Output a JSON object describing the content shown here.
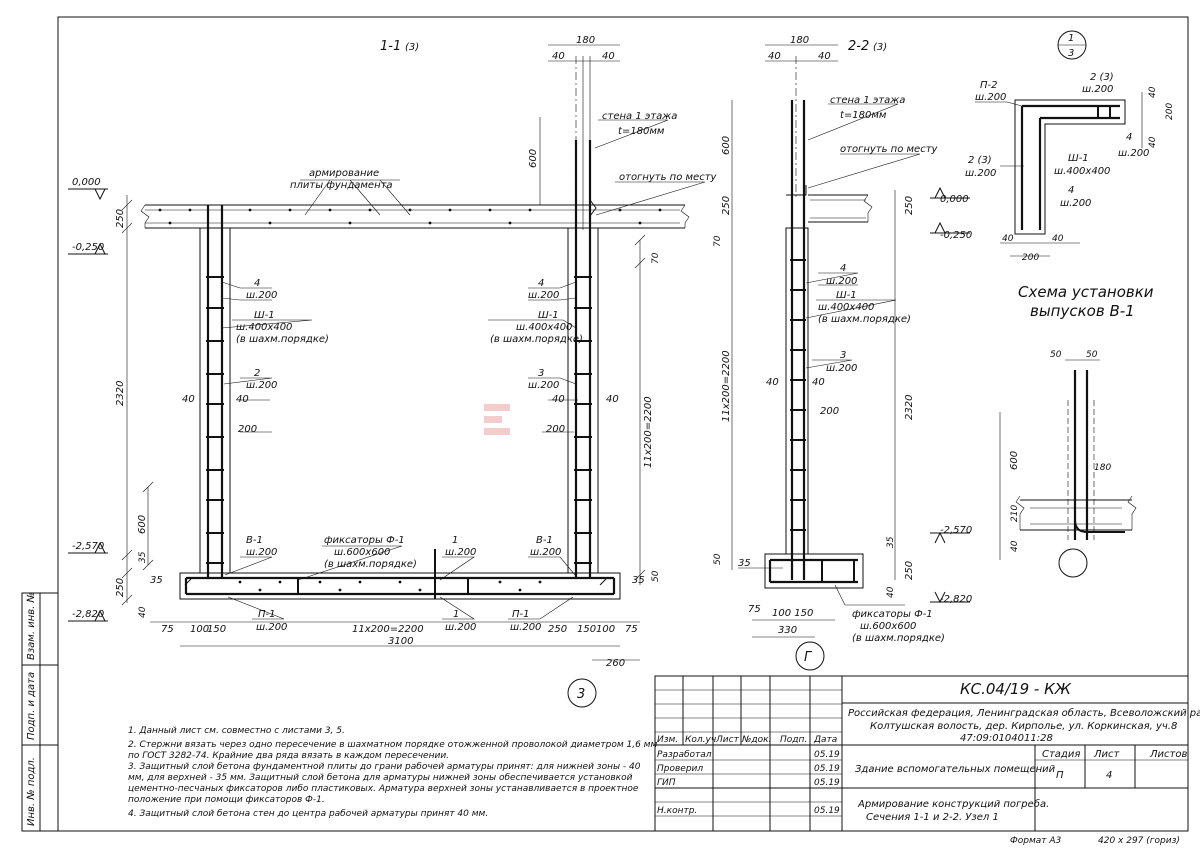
{
  "sections": {
    "s11_title": "1-1",
    "s11_sub": "(3)",
    "s22_title": "2-2",
    "s22_sub": "(3)",
    "node_num": "1",
    "node_sheet": "3",
    "circle_3": "3",
    "circle_g": "Г"
  },
  "labels": {
    "wall": "стена 1 этажа",
    "wall_t": "t=180мм",
    "bend": "отогнуть по месту",
    "slab1": "армирование",
    "slab2": "плиты фундамента",
    "l4": "4",
    "w200": "ш.200",
    "sh1": "Ш-1",
    "sh1_step": "ш.400х400",
    "staggered": "(в шахм.порядке)",
    "l2": "2",
    "l3": "3",
    "b1": "В-1",
    "fix_title": "фиксаторы Ф-1",
    "fix_step": "ш.600х600",
    "l1": "1",
    "p1": "П-1",
    "p2": "П-2",
    "l2_3": "2 (3)",
    "scheme1": "Схема установки",
    "scheme2": "выпусков В-1"
  },
  "levels": {
    "l0": "0,000",
    "l250": "-0,250",
    "l2570": "-2,570",
    "l2820": "-2,820"
  },
  "dims": {
    "d180": "180",
    "d40": "40",
    "d600": "600",
    "d250": "250",
    "d70": "70",
    "d2320": "2320",
    "d11x200": "11х200=2200",
    "d200": "200",
    "d35": "35",
    "d50": "50",
    "d75": "75",
    "d100": "100",
    "d150": "150",
    "d2200": "11х200=2200",
    "d3100": "3100",
    "d260": "260",
    "d330": "330",
    "d210": "210",
    "d100_150": "100 150"
  },
  "notes": [
    "1.  Данный лист см. совместно с листами 3, 5.",
    "2.  Стержни вязать через одно пересечение в шахматном порядке отожженной проволокой диаметром 1,6 мм",
    "     по ГОСТ 3282-74. Крайние два ряда вязать в каждом пересечении.",
    "3.  Защитный слой бетона фундаментной плиты до грани рабочей арматуры принят: для нижней зоны - 40",
    "     мм, для верхней - 35 мм. Защитный слой бетона для арматуры нижней зоны обеспечивается установкой",
    "     цементно-песчаных фиксаторов либо пластиковых. Арматура верхней зоны устанавливается в проектное",
    "     положение при помощи фиксаторов Ф-1.",
    "4.  Защитный слой бетона стен до центра рабочей арматуры принят 40 мм."
  ],
  "stamp": {
    "code": "КС.04/19 - КЖ",
    "address": [
      "Российская федерация, Ленинградская область, Всеволожский район,",
      "Колтушская волость, дер. Кирполье, ул. Коркинская, уч.8",
      "47:09:0104011:28"
    ],
    "headers": [
      "Изм.",
      "Кол.уч",
      "Лист",
      "№док.",
      "Подп.",
      "Дата"
    ],
    "rows": [
      {
        "role": "Разработал",
        "date": "05.19"
      },
      {
        "role": "Проверил",
        "date": "05.19"
      },
      {
        "role": "ГИП",
        "date": "05.19"
      },
      {
        "role": "",
        "date": ""
      },
      {
        "role": "Н.контр.",
        "date": "05.19"
      }
    ],
    "building": "Здание вспомогательных помещений",
    "stage_h": "Стадия",
    "sheet_h": "Лист",
    "sheets_h": "Листов",
    "stage": "П",
    "sheet": "4",
    "sheets": "",
    "drawing1": "Армирование конструкций погреба.",
    "drawing2": "Сечения 1-1 и 2-2. Узел 1"
  },
  "side": [
    "Взам. инв. №",
    "Подп. и дата",
    "Инв. № подл."
  ],
  "footer": {
    "format": "Формат А3",
    "size": "420 х 297 (гориз)"
  }
}
